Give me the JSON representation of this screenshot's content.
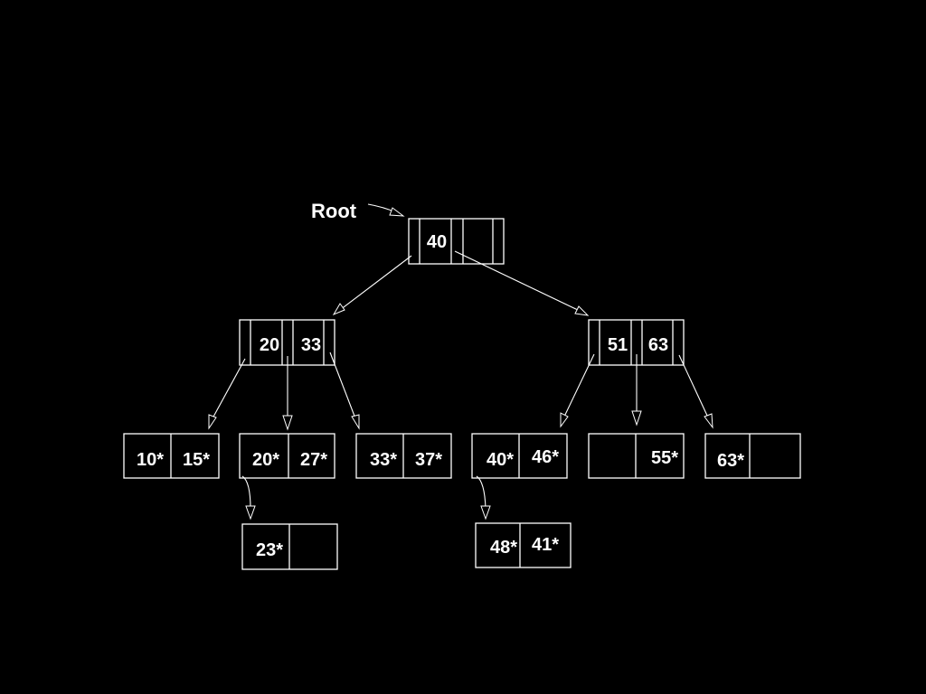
{
  "diagram": {
    "root_label": "Root",
    "root_node": {
      "keys": [
        "40",
        ""
      ]
    },
    "index_nodes": [
      {
        "keys": [
          "20",
          "33"
        ]
      },
      {
        "keys": [
          "51",
          "63"
        ]
      }
    ],
    "leaf_pages": [
      {
        "entries": [
          "10*",
          "15*"
        ]
      },
      {
        "entries": [
          "20*",
          "27*"
        ]
      },
      {
        "entries": [
          "33*",
          "37*"
        ]
      },
      {
        "entries": [
          "40*",
          "46*"
        ]
      },
      {
        "entries": [
          "",
          "55*"
        ]
      },
      {
        "entries": [
          "63*",
          ""
        ]
      }
    ],
    "overflow_pages": [
      {
        "entries": [
          "23*",
          ""
        ]
      },
      {
        "entries": [
          "48*",
          "41*"
        ]
      }
    ]
  }
}
